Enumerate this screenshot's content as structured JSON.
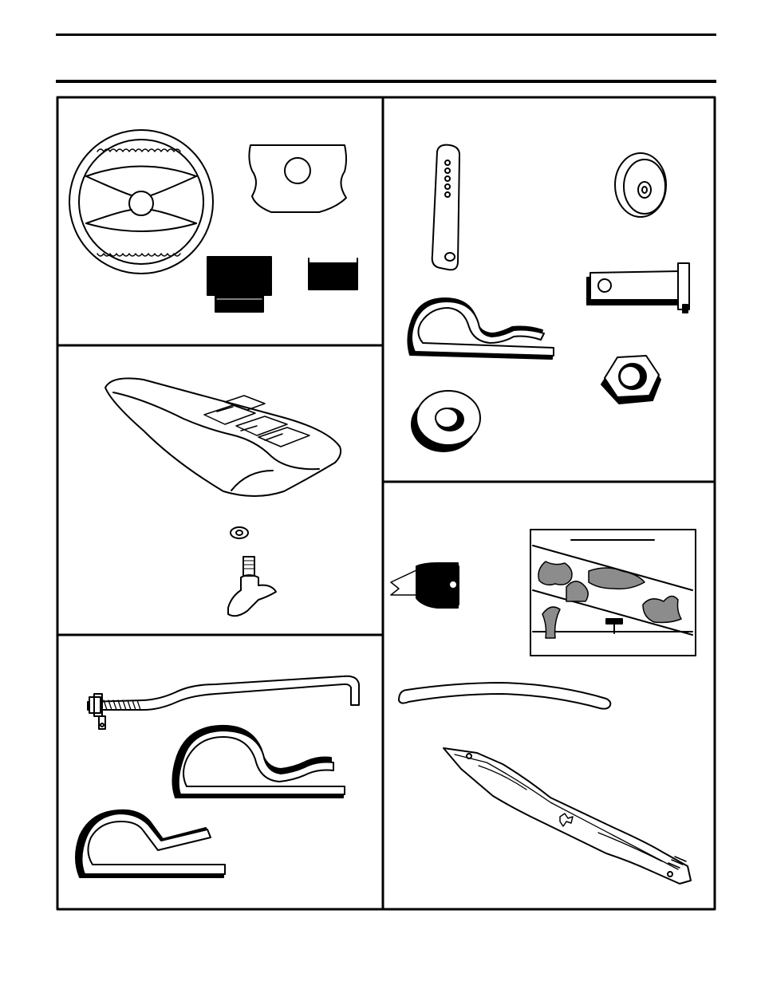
{
  "page": {
    "title": "",
    "panels": [
      {
        "id": "steering",
        "items": [
          "steering-wheel",
          "steering-wheel-cap",
          "steering-insert-black",
          "steering-insert-small",
          "steering-adapter"
        ]
      },
      {
        "id": "seat",
        "items": [
          "seat",
          "seat-washer",
          "seat-knob"
        ]
      },
      {
        "id": "deflector-rod",
        "items": [
          "deflector-rod-assembly",
          "hairpin-clip-large",
          "hairpin-clip-small"
        ]
      },
      {
        "id": "hardware",
        "items": [
          "adjuster-strap",
          "gauge-wheel",
          "hairpin-clip",
          "clevis-pin",
          "flat-washer",
          "hex-nut"
        ]
      },
      {
        "id": "mulch-parts",
        "items": [
          "ignition-key",
          "decal-card",
          "lift-handle-grip",
          "mower-blade"
        ]
      }
    ]
  },
  "colors": {
    "line": "#000000",
    "paper": "#ffffff",
    "shade": "#8c8c8c"
  }
}
